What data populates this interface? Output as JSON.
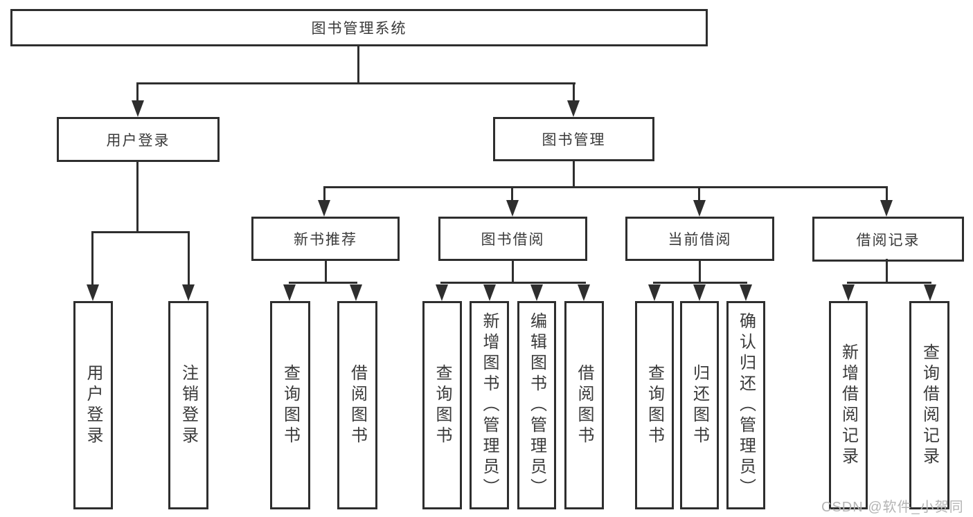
{
  "colors": {
    "line": "#2e2e2e",
    "text": "#3a3a3a",
    "background": "#ffffff",
    "watermark": "#b4b4b4"
  },
  "watermark": {
    "text": "CSDN @软件_小贺同学"
  },
  "diagram": {
    "type": "hierarchy-tree",
    "root": {
      "label": "图书管理系统"
    },
    "level2": [
      {
        "label": "用户登录",
        "children": [
          {
            "label": "用户登录"
          },
          {
            "label": "注销登录"
          }
        ]
      },
      {
        "label": "图书管理",
        "children": [
          {
            "label": "新书推荐",
            "children": [
              {
                "label": "查询图书"
              },
              {
                "label": "借阅图书"
              }
            ]
          },
          {
            "label": "图书借阅",
            "children": [
              {
                "label": "查询图书"
              },
              {
                "label": "新增图书（管理员）"
              },
              {
                "label": "编辑图书（管理员）"
              },
              {
                "label": "借阅图书"
              }
            ]
          },
          {
            "label": "当前借阅",
            "children": [
              {
                "label": "查询图书"
              },
              {
                "label": "归还图书"
              },
              {
                "label": "确认归还（管理员）"
              }
            ]
          },
          {
            "label": "借阅记录",
            "children": [
              {
                "label": "新增借阅记录"
              },
              {
                "label": "查询借阅记录"
              }
            ]
          }
        ]
      }
    ]
  }
}
